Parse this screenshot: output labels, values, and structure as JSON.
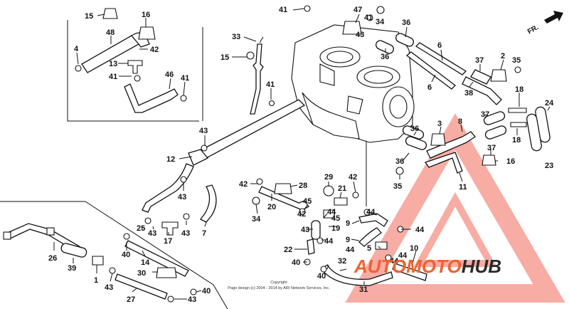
{
  "diagram": {
    "direction_label": "FR.",
    "copyright_line1": "Copyright",
    "copyright_line2": "Page design (c) 2004 - 2014 by ARI Network Services, Inc.",
    "watermark": {
      "part1": "AUTOMOTO",
      "part2": "HUB",
      "colors": {
        "accent": "#f0622f",
        "dark": "#2b2b2b"
      }
    },
    "callouts": [
      "1",
      "2",
      "3",
      "4",
      "5",
      "6",
      "7",
      "8",
      "9",
      "10",
      "11",
      "12",
      "13",
      "14",
      "15",
      "16",
      "17",
      "18",
      "19",
      "20",
      "21",
      "22",
      "23",
      "24",
      "25",
      "26",
      "27",
      "28",
      "29",
      "30",
      "31",
      "32",
      "33",
      "34",
      "35",
      "36",
      "37",
      "38",
      "39",
      "40",
      "41",
      "42",
      "43",
      "44",
      "45",
      "46",
      "47",
      "48"
    ]
  }
}
